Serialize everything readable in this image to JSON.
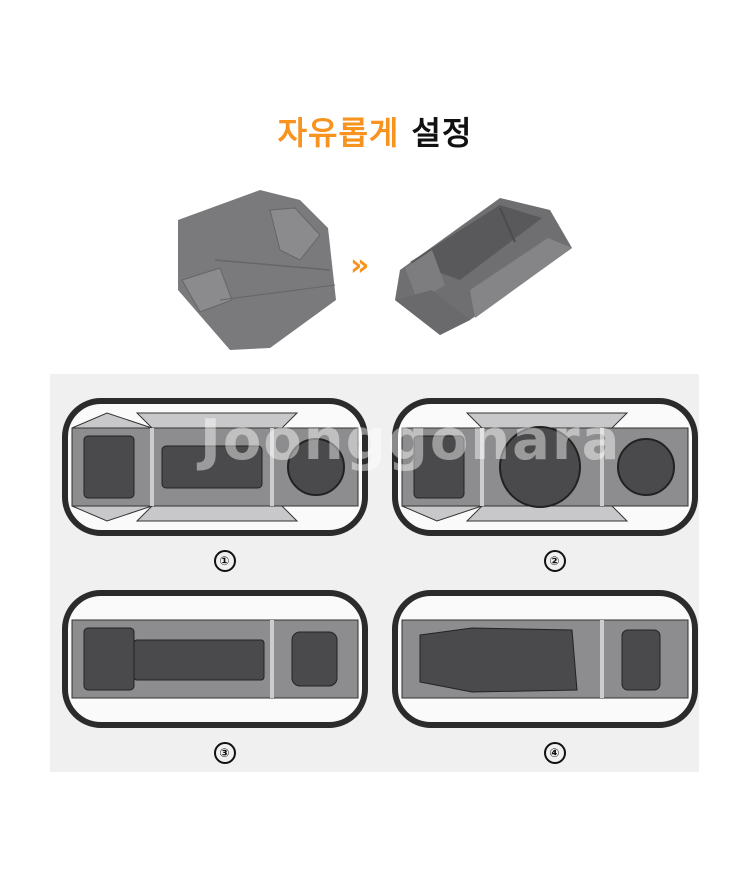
{
  "title": {
    "accent": "자유롭게",
    "rest": "설정"
  },
  "hero": {
    "left_item": "flat-divider-panel",
    "arrow": "»",
    "right_item": "folded-divider-insert",
    "colors": {
      "foam": "#7a7a7c",
      "arrow": "#f7931e"
    }
  },
  "watermark": "Joonggonara",
  "layouts": [
    {
      "number": "①",
      "contents": [
        "camera-body",
        "lens-horizontal",
        "lens-upright"
      ]
    },
    {
      "number": "②",
      "contents": [
        "camera-body",
        "large-lens-upright",
        "lens-upright"
      ]
    },
    {
      "number": "③",
      "contents": [
        "camera-with-telephoto-lens",
        "accessory-flash"
      ]
    },
    {
      "number": "④",
      "contents": [
        "folded-drone",
        "remote-controller"
      ]
    }
  ],
  "colors": {
    "accent": "#f7931e",
    "panel_bg": "#f0f0f0",
    "bag_outline": "#2b2b2b",
    "compartment": "#8d8d8f",
    "item": "#4a4a4c"
  }
}
